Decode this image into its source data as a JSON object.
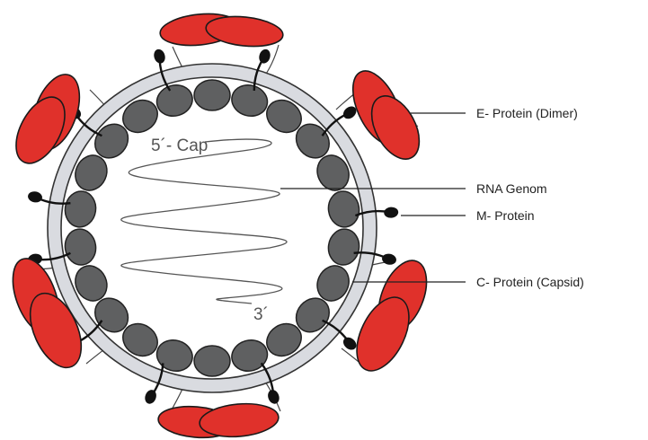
{
  "labels": {
    "e_protein": "E- Protein (Dimer)",
    "rna_genom": "RNA Genom",
    "m_protein": "M- Protein",
    "c_protein": "C- Protein (Capsid)",
    "cap_5": "5´- Cap",
    "end_3": "3´"
  },
  "colors": {
    "e_protein": "#e0312b",
    "membrane": "#d9dbe0",
    "capsid": "#5f6061",
    "outline": "#222222"
  }
}
